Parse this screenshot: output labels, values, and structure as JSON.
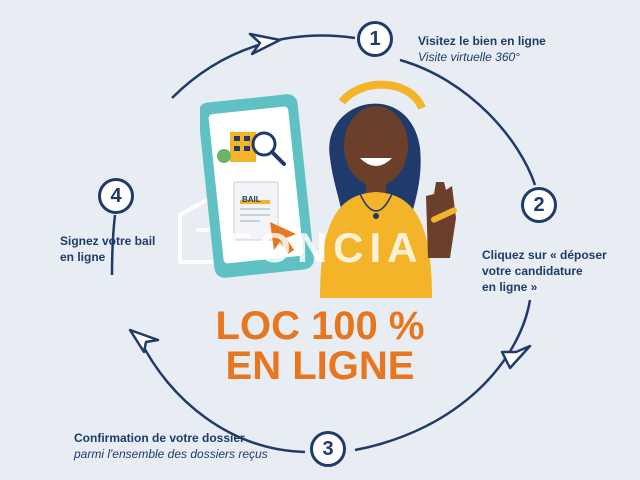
{
  "steps": [
    {
      "number": "1",
      "title": "Visitez le bien en ligne",
      "subtitle": "Visite virtuelle 360°"
    },
    {
      "number": "2",
      "title": "Cliquez sur « déposer\nvotre candidature\nen ligne »"
    },
    {
      "number": "3",
      "title": "Confirmation de votre dossier",
      "subtitle": "parmi l'ensemble des dossiers reçus"
    },
    {
      "number": "4",
      "title": "Signez votre bail\nen ligne"
    }
  ],
  "headline": {
    "line1": "LOC 100 %",
    "line2": "EN LIGNE"
  },
  "watermark": "FONCIA",
  "phone": {
    "document_label": "BAIL"
  },
  "colors": {
    "background": "#e7edf2",
    "navy": "#1f3a6b",
    "orange": "#e8761e",
    "teal": "#5fc1c4",
    "yellow": "#f4b42a"
  },
  "icons": [
    "cycle-arrows-icon",
    "smartphone-icon",
    "magnifier-icon",
    "building-icon",
    "lease-document-icon",
    "pointer-hand-icon",
    "woman-with-keys-illustration",
    "house-outline-icon"
  ]
}
